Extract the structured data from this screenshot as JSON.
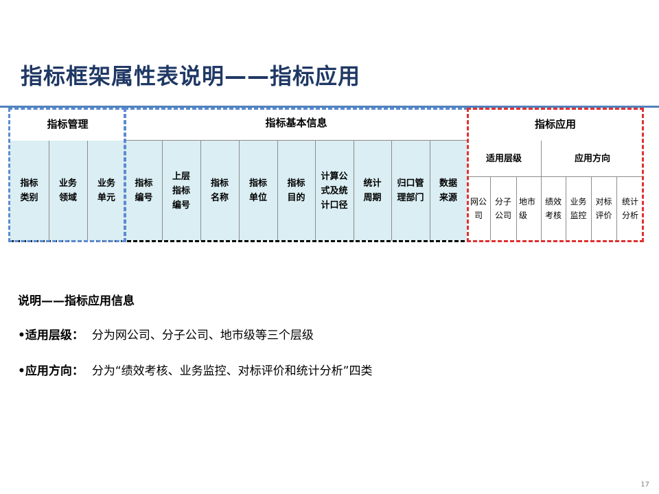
{
  "slide": {
    "title": "指标框架属性表说明——指标应用",
    "page_number": "17"
  },
  "table": {
    "groups": {
      "management": "指标管理",
      "basic_info": "指标基本信息",
      "application": "指标应用"
    },
    "columns": [
      "指标\n类别",
      "业务\n领域",
      "业务\n单元",
      "指标\n编号",
      "上层\n指标\n编号",
      "指标\n名称",
      "指标\n单位",
      "指标\n目的",
      "计算公\n式及统\n计口径",
      "统计\n周期",
      "归口管\n理部门",
      "数据\n来源"
    ],
    "application_sub": {
      "level_header": "适用层级",
      "direction_header": "应用方向",
      "levels": [
        "网公\n司",
        "分子\n公司",
        "地市\n级"
      ],
      "directions": [
        "绩效\n考核",
        "业务\n监控",
        "对标\n评价",
        "统计\n分析"
      ]
    }
  },
  "description": {
    "heading": "说明——指标应用信息",
    "items": [
      {
        "label": "•适用层级：",
        "text": "分为网公司、分子公司、地市级等三个层级"
      },
      {
        "label": "•应用方向：",
        "text": "分为“绩效考核、业务监控、对标评价和统计分析”四类"
      }
    ]
  },
  "colors": {
    "title": "#1f3864",
    "header_fill": "#daeef3",
    "blue_dash": "#5b8bd0",
    "red_dash": "#e03030",
    "rule": "#4f81bd"
  }
}
